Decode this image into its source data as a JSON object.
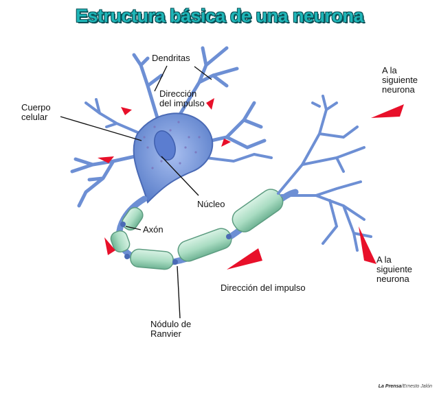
{
  "title": "Estructura básica de una neurona",
  "labels": {
    "dendritas": "Dendritas",
    "direccion_impulso_top": "Dirección\ndel impulso",
    "cuerpo_celular": "Cuerpo\ncelular",
    "nucleo": "Núcleo",
    "axon": "Axón",
    "nodulo_ranvier": "Nódulo de\nRanvier",
    "direccion_impulso_bottom": "Dirección del impulso",
    "siguiente_neurona_top": "A la\nsiguiente\nneurona",
    "siguiente_neurona_bottom": "A la\nsiguiente\nneurona"
  },
  "credit": {
    "source": "La Prensa",
    "author": "/Ernesto Jalón"
  },
  "colors": {
    "title_fill": "#1fb6b8",
    "title_outline": "#0a4f55",
    "neuron_blue": "#6d8fd4",
    "myelin_green": "#a9dcc2",
    "arrow_red": "#e8102a"
  }
}
